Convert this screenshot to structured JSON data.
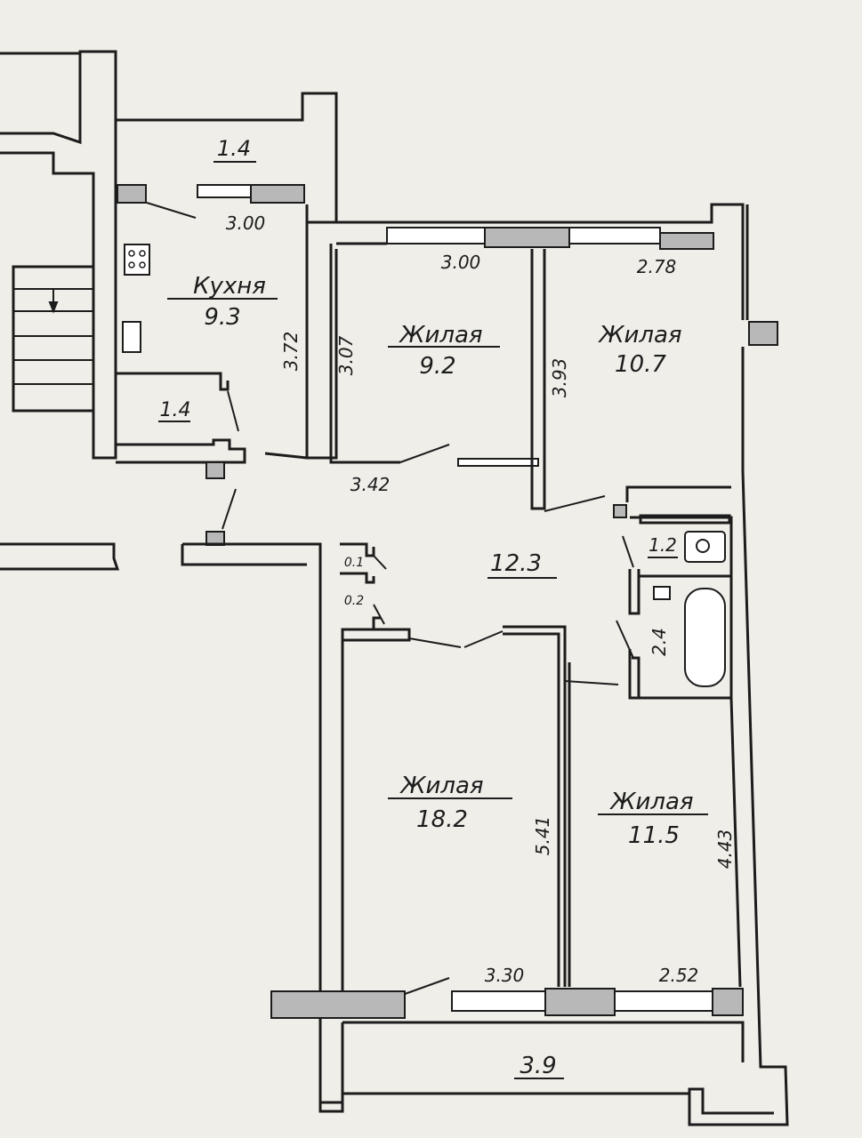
{
  "rooms": {
    "balcony_top": {
      "area": "1.4"
    },
    "kitchen": {
      "name": "Кухня",
      "area": "9.3"
    },
    "storage": {
      "area": "1.4"
    },
    "living_1": {
      "name": "Жилая",
      "area": "9.2"
    },
    "living_2": {
      "name": "Жилая",
      "area": "10.7"
    },
    "hall": {
      "area": "12.3"
    },
    "closet_1": {
      "area": "0.1"
    },
    "closet_2": {
      "area": "0.2"
    },
    "wc": {
      "area": "1.2"
    },
    "bath": {
      "area": "2.4"
    },
    "living_3": {
      "name": "Жилая",
      "area": "18.2"
    },
    "living_4": {
      "name": "Жилая",
      "area": "11.5"
    },
    "balcony_bottom": {
      "area": "3.9"
    }
  },
  "dims": {
    "kitchen_width": "3.00",
    "kitchen_depth": "3.72",
    "living_1_width": "3.00",
    "living_1_depth": "3.07",
    "living_1_bottom": "3.42",
    "living_2_width": "2.78",
    "living_2_depth": "3.93",
    "living_3_depth": "5.41",
    "living_3_width": "3.30",
    "living_4_width": "2.52",
    "living_4_depth": "4.43"
  }
}
